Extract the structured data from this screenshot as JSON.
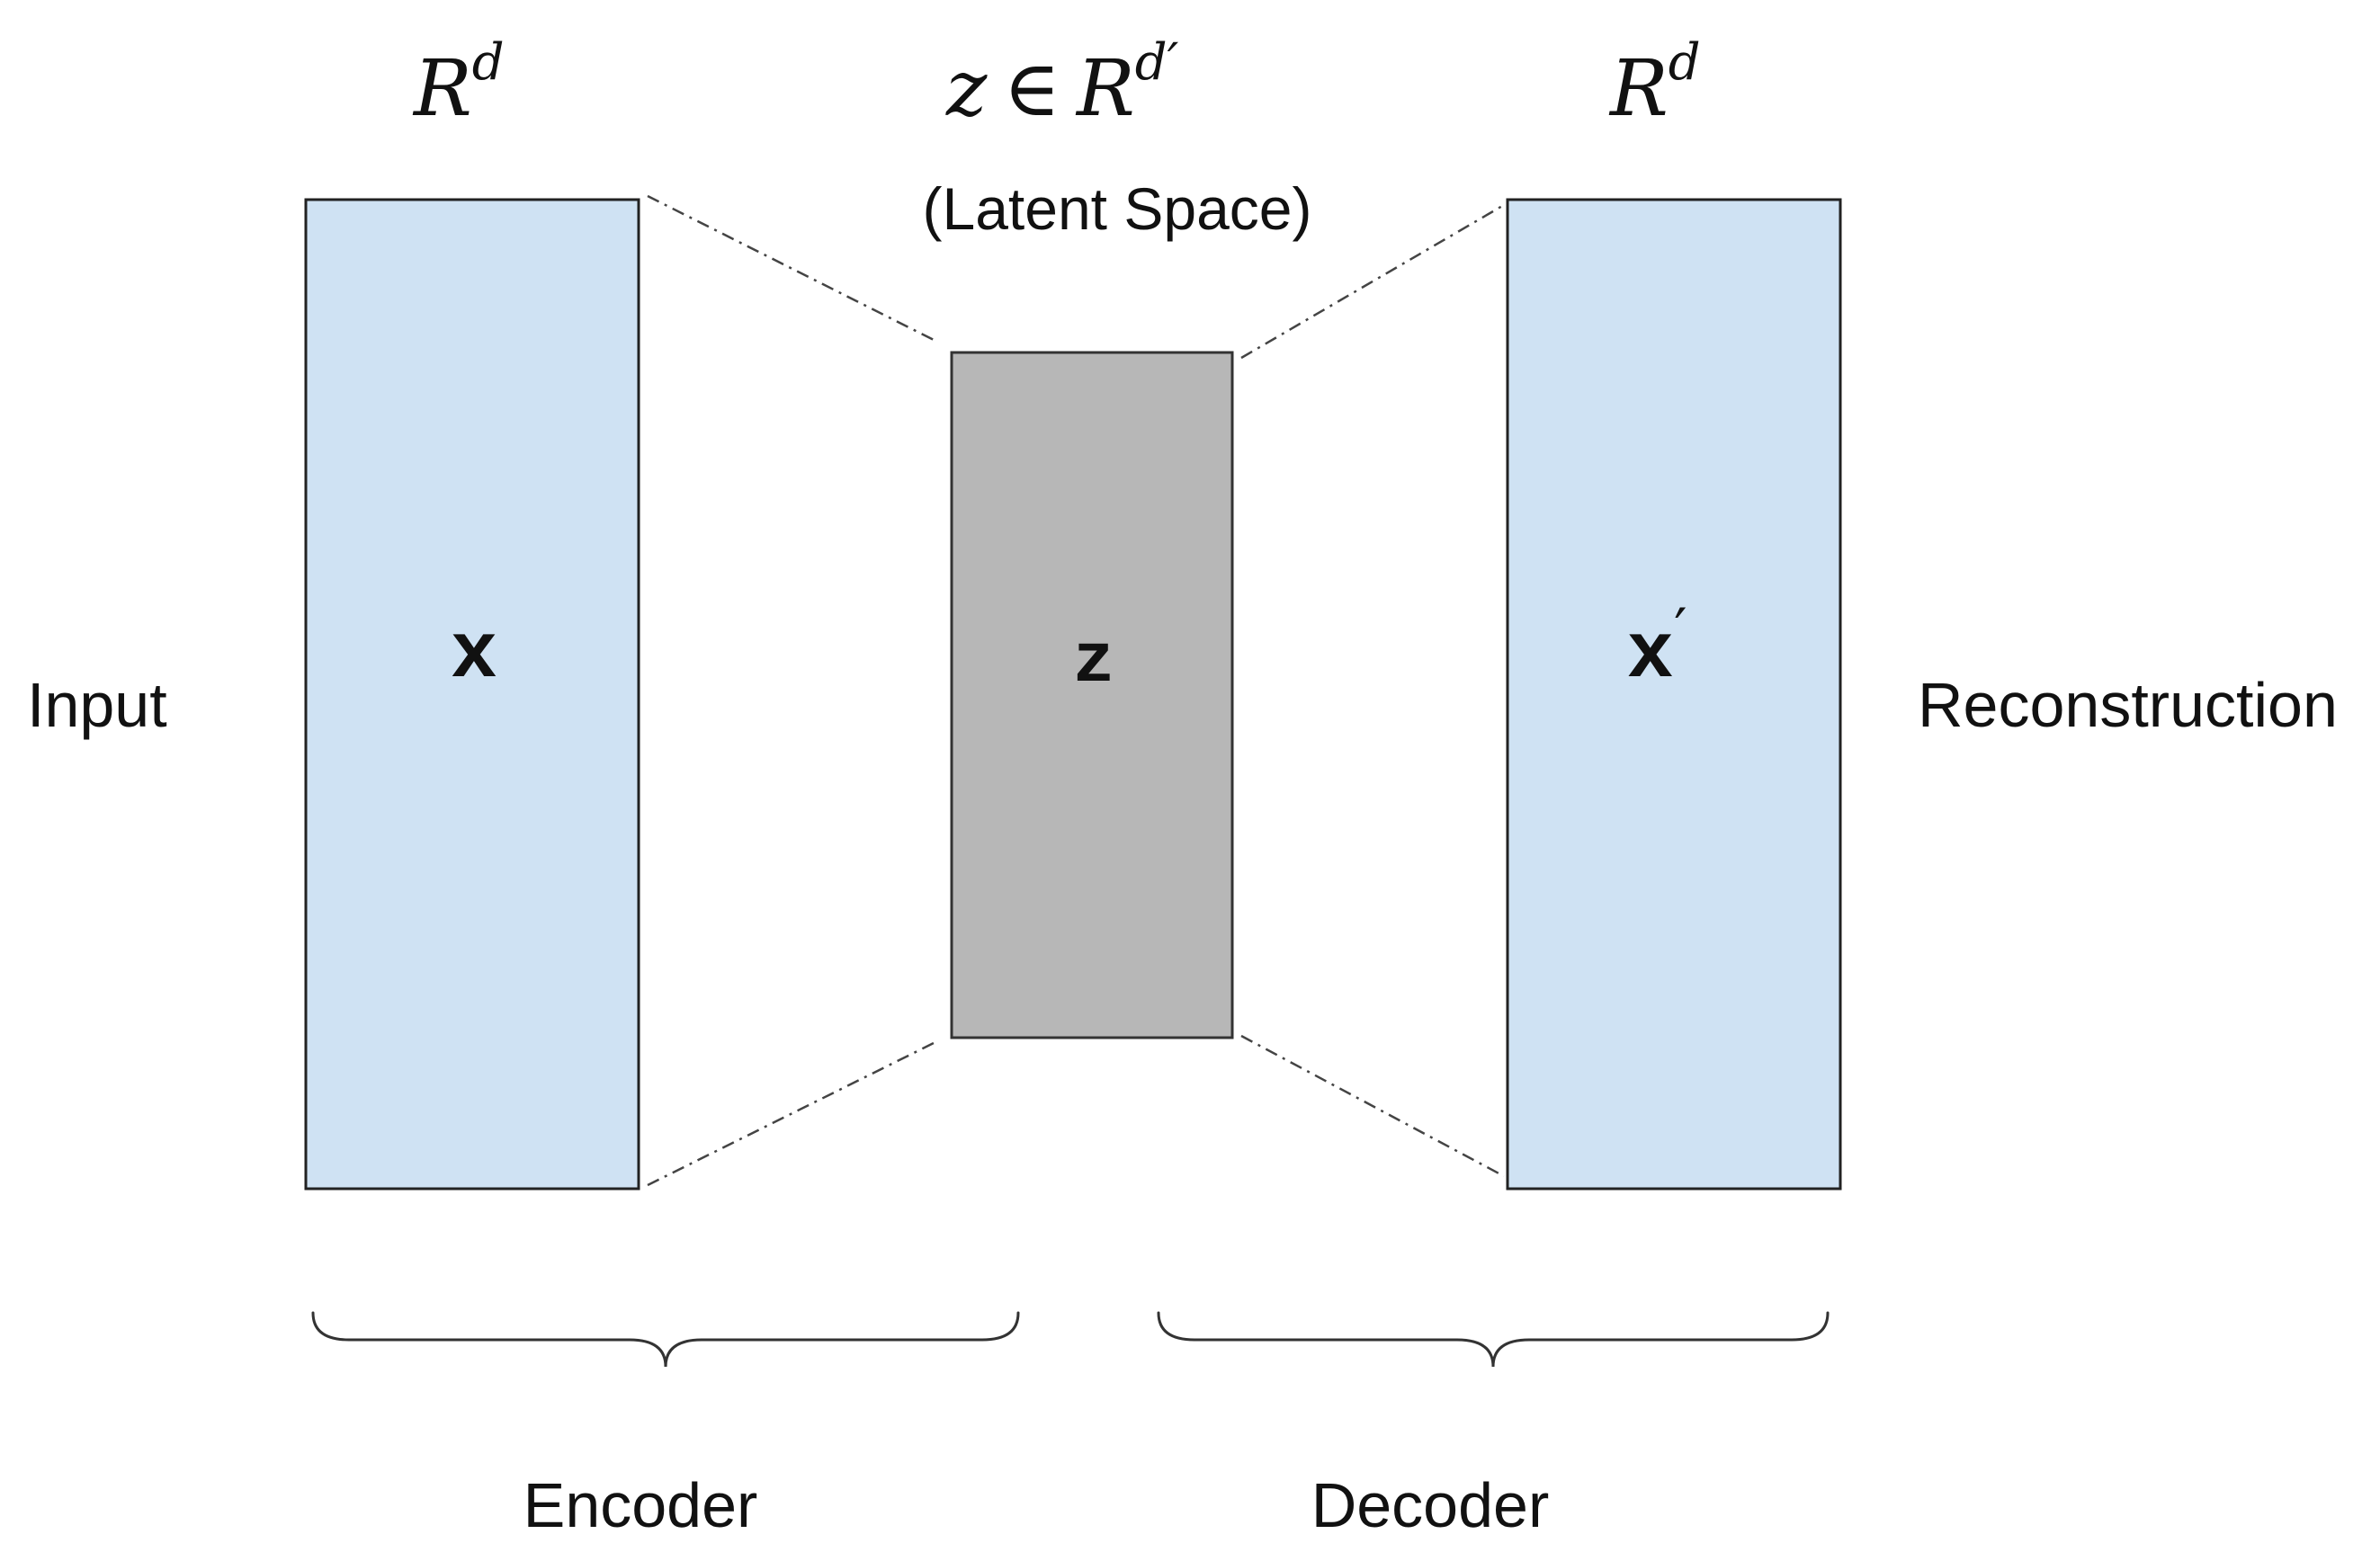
{
  "labels": {
    "input": "Input",
    "reconstruction": "Reconstruction",
    "encoder": "Encoder",
    "decoder": "Decoder",
    "latent_space": "(Latent Space)"
  },
  "math": {
    "input_space_base": "R",
    "input_space_exp": "d",
    "latent_var": "z",
    "element_of": "∈",
    "latent_space_base": "R",
    "latent_space_exp": "d′",
    "output_space_base": "R",
    "output_space_exp": "d"
  },
  "boxes": {
    "input_vector": "x",
    "latent_vector": "z",
    "output_vector": "x",
    "output_prime": "′"
  },
  "colors": {
    "input_box": "#cfe2f3",
    "latent_box": "#b7b7b7",
    "output_box": "#cfe2f3"
  }
}
